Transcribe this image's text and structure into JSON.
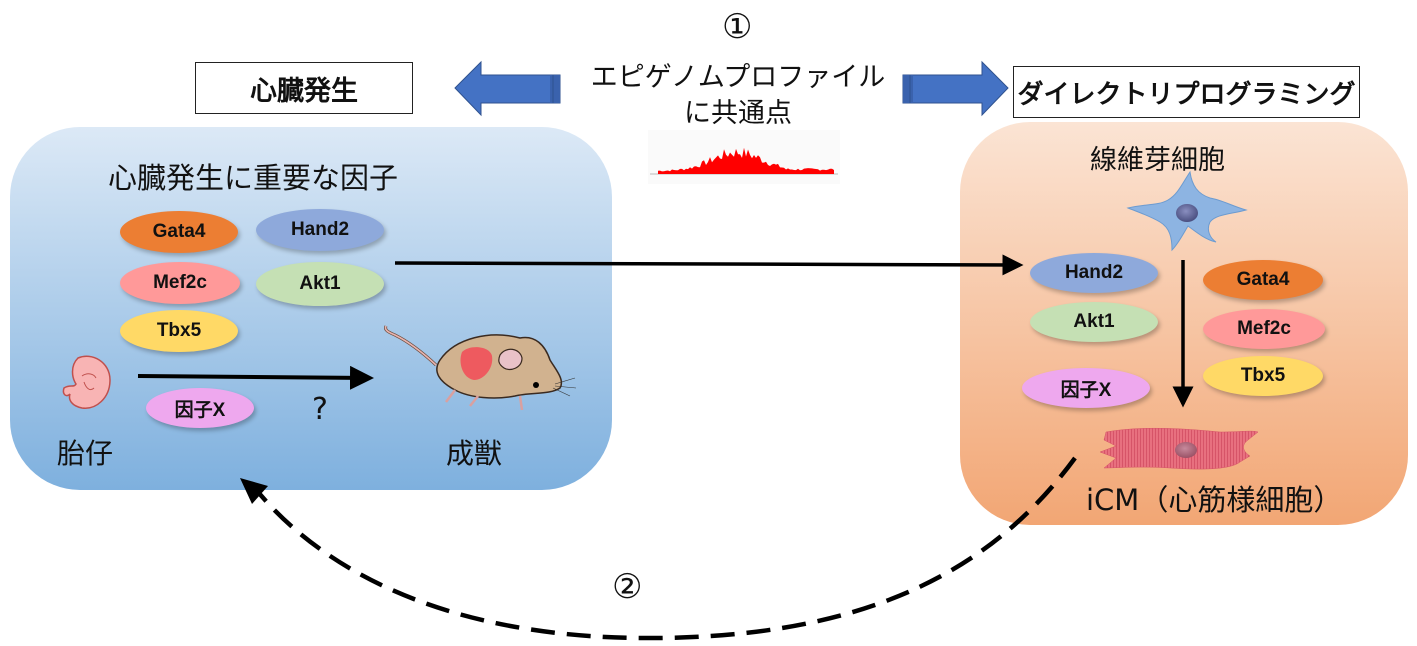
{
  "header": {
    "step1": "①",
    "center_line1": "エピゲノムプロファイル",
    "center_line2": "に共通点",
    "left_label": "心臓発生",
    "right_label": "ダイレクトリプログラミング"
  },
  "left_panel": {
    "title": "心臓発生に重要な因子",
    "factors": [
      "Gata4",
      "Hand2",
      "Mef2c",
      "Akt1",
      "Tbx5"
    ],
    "factor_x": "因子X",
    "question_mark": "?",
    "embryo_label": "胎仔",
    "adult_label": "成獣"
  },
  "right_panel": {
    "title": "線維芽細胞",
    "factors_left": [
      "Hand2",
      "Akt1",
      "因子X"
    ],
    "factors_right": [
      "Gata4",
      "Mef2c",
      "Tbx5"
    ],
    "result_label": "iCM（心筋様細胞）"
  },
  "footer": {
    "step2": "②"
  },
  "colors": {
    "gata4": "#ec7e33",
    "hand2": "#8ea9db",
    "mef2c": "#ff9999",
    "akt1": "#c5e0b4",
    "tbx5": "#ffd966",
    "factor_x": "#eea8ee",
    "block_arrow": "#4472c4",
    "peak_signal": "#ff0000"
  },
  "icons": {
    "left_arrow": "block-arrow-left",
    "right_arrow": "block-arrow-right",
    "peak_track": "epigenome-peak-track",
    "embryo": "embryo-illustration",
    "mouse": "mouse-with-heart-illustration",
    "fibroblast": "fibroblast-cell-illustration",
    "cardiomyocyte": "cardiomyocyte-cell-illustration"
  }
}
